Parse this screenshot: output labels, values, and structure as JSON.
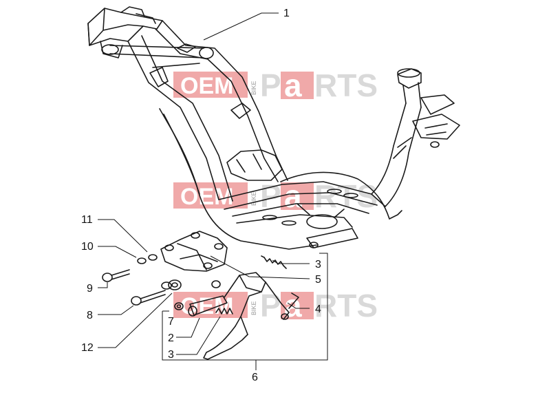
{
  "watermark": {
    "oem_text": "OEM",
    "bike_text": "BIKE",
    "parts_text": "PaRTS",
    "p_letter": "P",
    "a_letter": "a",
    "rts_letters": "RTS",
    "badge_color": "#f0a9a9",
    "parts_color": "#d9d9d9"
  },
  "callouts": [
    {
      "id": "c1",
      "label": "1"
    },
    {
      "id": "c11",
      "label": "11"
    },
    {
      "id": "c10",
      "label": "10"
    },
    {
      "id": "c9",
      "label": "9"
    },
    {
      "id": "c8",
      "label": "8"
    },
    {
      "id": "c12",
      "label": "12"
    },
    {
      "id": "c7",
      "label": "7"
    },
    {
      "id": "c2",
      "label": "2"
    },
    {
      "id": "c3b",
      "label": "3"
    },
    {
      "id": "c3a",
      "label": "3"
    },
    {
      "id": "c5",
      "label": "5"
    },
    {
      "id": "c4",
      "label": "4"
    },
    {
      "id": "c6",
      "label": "6"
    }
  ]
}
